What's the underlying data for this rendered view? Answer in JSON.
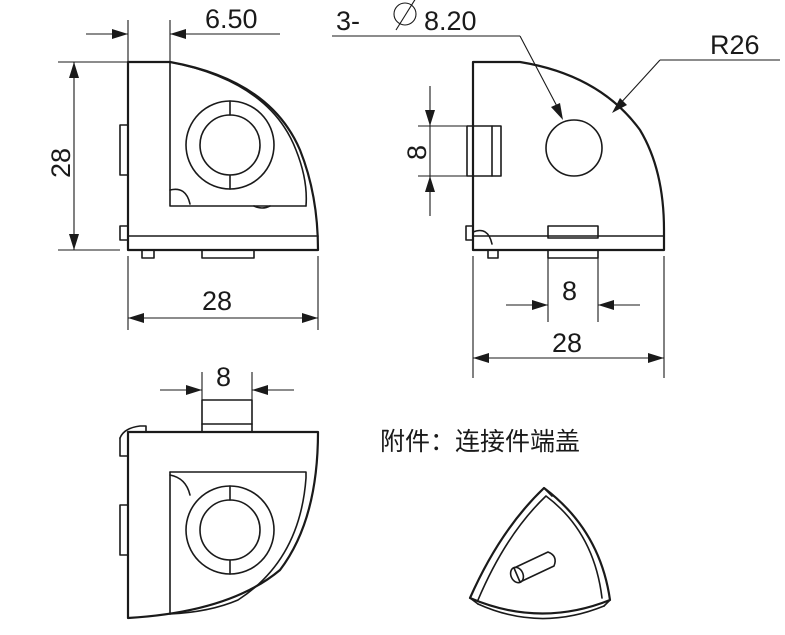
{
  "dimensions": {
    "top_left_width": "6.50",
    "left_height": "28",
    "left_width": "28",
    "hole_callout": "3-",
    "hole_diameter": "8.20",
    "radius": "R26",
    "right_side_height": "8",
    "right_slot_width": "8",
    "right_width": "28",
    "bottom_tab_width": "8"
  },
  "note": "附件：连接件端盖",
  "symbols": {
    "diameter": "diameter-symbol"
  }
}
